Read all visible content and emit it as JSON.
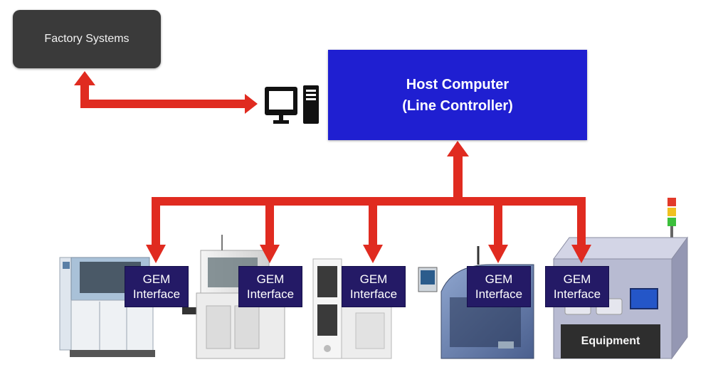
{
  "factory_systems": {
    "label": "Factory Systems"
  },
  "host_computer": {
    "title_line1": "Host Computer",
    "title_line2": "(Line Controller)"
  },
  "gem_interfaces": [
    {
      "line1": "GEM",
      "line2": "Interface"
    },
    {
      "line1": "GEM",
      "line2": "Interface"
    },
    {
      "line1": "GEM",
      "line2": "Interface"
    },
    {
      "line1": "GEM",
      "line2": "Interface"
    },
    {
      "line1": "GEM",
      "line2": "Interface"
    }
  ],
  "equipment": {
    "label": "Equipment"
  },
  "icons": {
    "computer": "desktop-computer-icon",
    "connector_color": "#e02b20"
  },
  "colors": {
    "host": "#1f1fd1",
    "gem": "#241a66",
    "factory": "#3a3a3a",
    "arrow": "#e02b20"
  }
}
